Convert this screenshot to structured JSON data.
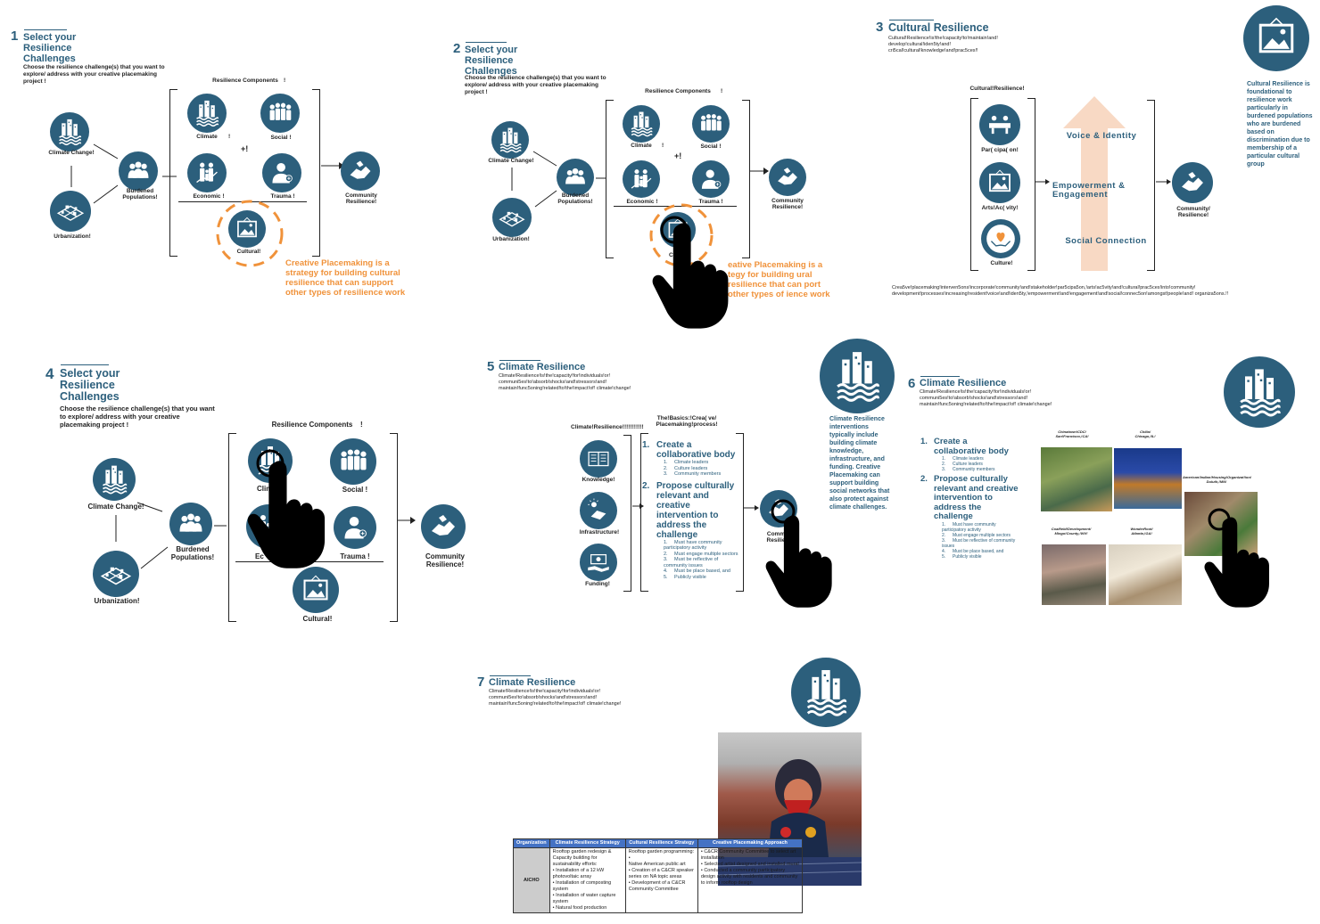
{
  "step1": {
    "num": "1",
    "title": "Select your Resilience Challenges",
    "desc": "Choose the resilience challenge(s) that you want to explore/ address with your creative placemaking project !",
    "components_title": "Resilience Components",
    "climate_change": "Climate Change!",
    "burdened": "Burdened Populations!",
    "urbanization": "Urbanization!",
    "climate": "Climate",
    "social": "Social !",
    "economic": "Economic !",
    "trauma": "Trauma !",
    "cultural": "Cultural!",
    "plus": "+!",
    "community": "Community Resilience!",
    "note": "Creative Placemaking is a strategy for building cultural resilience that can support other types of resilience work",
    "bang": "!",
    "bang2": "!"
  },
  "step2": {
    "num": "2",
    "title": "Select your Resilience Challenges",
    "desc": "Choose the resilience challenge(s) that you want to explore/ address with your creative placemaking project !",
    "components_title": "Resilience Components",
    "climate_change": "Climate Change!",
    "burdened": "Burdened Populations!",
    "urbanization": "Urbanization!",
    "climate": "Climate",
    "social": "Social !",
    "economic": "Economic !",
    "trauma": "Trauma !",
    "cultural": "Cul",
    "plus": "+!",
    "community": "Community Resilience!",
    "note": "eative Placemaking is a tegy for building ural resilience that can port other types of ience work",
    "bang": "!",
    "bang2": "!"
  },
  "step3": {
    "num": "3",
    "title": "Cultural Resilience",
    "desc": "Cultural!Resilience!is!the!capacity!to!maintain!and! develop!cultural!iden5ty!and! cri5cal!cultural!knowledge!and!prac5ces!!",
    "side_note": "Cultural Resilience is foundational to resilience work particularly in burdened populations who are burdened based on discrimination due to membership of a particular cultural group",
    "heading": "Cultural!Resilience!",
    "participation": "Par( cipa( on!",
    "arts": "Arts!Ac( vity!",
    "culture": "Culture!",
    "voice": "Voice & Identity",
    "empower": "Empowerment & Engagement",
    "social": "Social Connection",
    "community": "Community/ Resilience!",
    "footer": "Crea5ve!placemaking!interven5ons!incorporate!community!and!stakeholder!par5cipa5on,!arts!ac5vity!and!cultural!prac5ces!into!community! development!processes!increasing!resident!voice!and!iden5ty,!empowerment!and!engagement!and!social!connec5on!amongst!people!and! organiza5ons.!!"
  },
  "step4": {
    "num": "4",
    "title": "Select your Resilience Challenges",
    "desc": "Choose the resilience challenge(s) that you want to explore/ address with your creative placemaking project !",
    "components_title": "Resilience Components",
    "climate_change": "Climate Change!",
    "burdened": "Burdened Populations!",
    "urbanization": "Urbanization!",
    "climate": "Clim",
    "social": "Social !",
    "economic": "Ec",
    "trauma": "Trauma !",
    "cultural": "Cultural!",
    "community": "Community Resilience!",
    "bang": "!"
  },
  "step5": {
    "num": "5",
    "title": "Climate Resilience",
    "desc": "Climate!Resilience!is!the!capacity!for!individuals!or! communi5es!to!absorb!shocks!and!stressors!and! maintain!func5oning!related!to!the!impact!of! climate!change!",
    "heading": "Climate!Resilience!!!!!!!!!!!",
    "knowledge": "Knowledge!",
    "infrastructure": "Infrastructure!",
    "funding": "Funding!",
    "basics": "The!Basics:!Crea( ve/ Placemaking!process!",
    "item1": "Create a collaborative body",
    "item1_sub": [
      "Climate leaders",
      "Culture leaders",
      "Community members"
    ],
    "item2": "Propose culturally relevant and creative intervention to address the challenge",
    "item2_sub": [
      "Must have community participatory activity",
      "Must engage multiple sectors",
      "Must be reflective of community issues",
      "Must be place based, and",
      "Publicly visible"
    ],
    "community": "Commu Resilien",
    "side_note": "Climate Resilience interventions typically include building climate knowledge, infrastructure, and funding. Creative Placemaking can support building social networks that also protect against climate challenges."
  },
  "step6": {
    "num": "6",
    "title": "Climate Resilience",
    "desc": "Climate!Resilience!is!the!capacity!for!individuals!or! communi5es!to!absorb!shocks!and!stressors!and! maintain!func5oning!related!to!the!impact!of! climate!change!",
    "item1": "Create a collaborative body",
    "item1_sub": [
      "Climate leaders",
      "Culture leaders",
      "Community members"
    ],
    "item2": "Propose culturally relevant and creative intervention to address the challenge",
    "item2_sub": [
      "Must have community participatory activity",
      "Must engage multiple sectors",
      "Must be reflective of community issues",
      "Must be place based, and",
      "Publicly visible"
    ],
    "photo1": "Chinatown!CDC/ San!Francisco,!CA!",
    "photo2": "Chilia/ Chicago,!IL!",
    "photo3": "American!Indian!Housing!Organizat!ion/ Duluth,!MN!",
    "photo4": "Coalfield!Development/ Mingo!County,!WV!",
    "photo5": "WonderRoot/ Atlanta,!GA!"
  },
  "step7": {
    "num": "7",
    "title": "Climate Resilience",
    "desc": "Climate!Resilience!is!the!capacity!for!individuals!or! communi5es!to!absorb!shocks!and!stressors!and! maintain!func5oning!related!to!the!impact!of! climate!change!",
    "table": {
      "headers": [
        "Organization",
        "Climate Resilience Strategy",
        "Cultural Resilience Strategy",
        "Creative Placemaking Approach"
      ],
      "org": "AICHO",
      "climate": "Rooftop garden redesign & Capacity building for sustainability efforts:\n• Installation of a 12 kW photovoltaic array\n• Installation of composting system\n• Installation of water capture system\n• Natural food production",
      "cultural": "Rooftop garden programming:   •\nNative American public art\n• Creation of a C&CR speaker series on NA topic areas\n• Development of a C&CR Community Committee",
      "approach": "• C&CR Community Committee to select art installation\n• Selected artist designed and installed mural\n• Conducted a community participatory design activity with residents and community to inform rooftop design"
    }
  },
  "colors": {
    "teal": "#2c5f7c",
    "orange": "#f0923a",
    "peach": "#f8d9c4",
    "table_header": "#4472c4"
  }
}
